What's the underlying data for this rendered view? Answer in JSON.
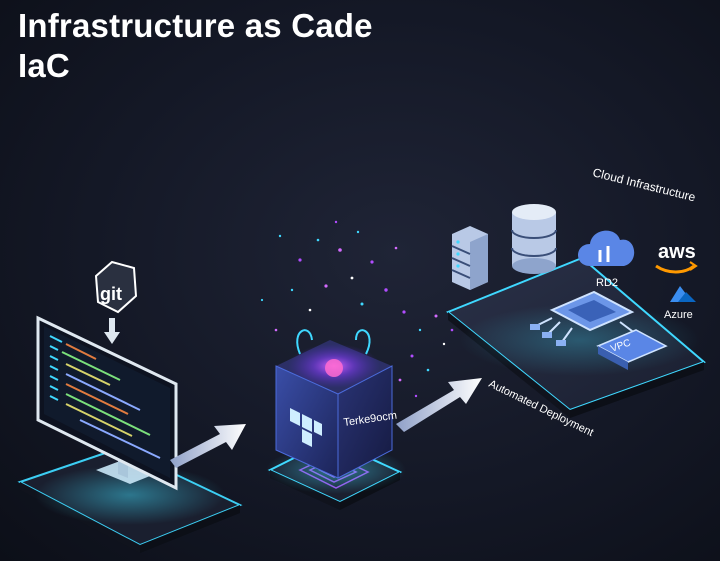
{
  "title": {
    "line1": "Infrastructure as Cade",
    "line2": "IaC"
  },
  "diagram": {
    "git_label": "git",
    "tool_label": "Terke9ocm",
    "flow_label": "Automated Deployment",
    "cloud_title": "Cloud Infrastructure",
    "rd2_label": "RD2",
    "aws_label": "aws",
    "azure_label": "Azure",
    "vpc_label": "VPC"
  },
  "colors": {
    "accent_cyan": "#3fd8ff",
    "accent_purple": "#b14dff",
    "accent_blue": "#5a86e6",
    "background": "#141826"
  },
  "icons": [
    "git-icon",
    "monitor-icon",
    "terraform-icon",
    "server-icon",
    "database-icon",
    "cloud-icon",
    "aws-logo",
    "azure-logo",
    "network-chip-icon"
  ]
}
